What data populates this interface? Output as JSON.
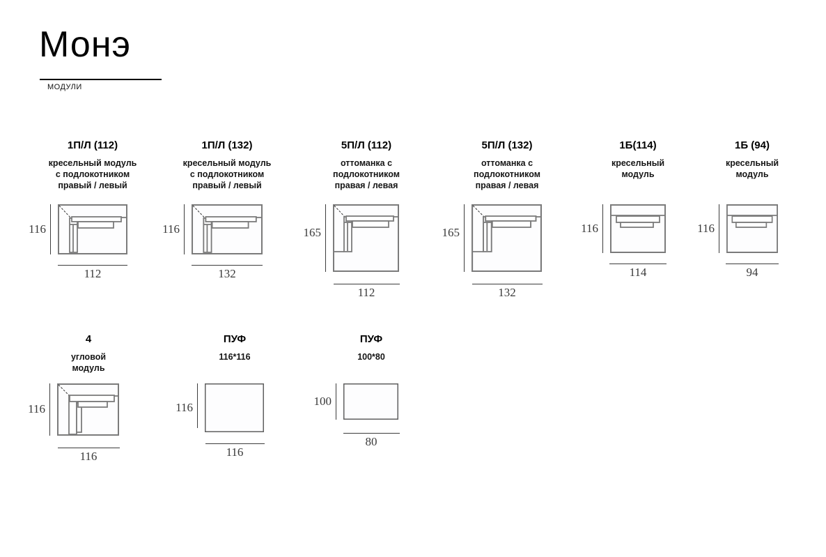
{
  "header": {
    "title": "Монэ",
    "subtitle": "МОДУЛИ"
  },
  "modules": [
    {
      "code": "1П/Л (112)",
      "desc": "кресельный модуль\nс подлокотником\nправый / левый",
      "height": "116",
      "width": "112",
      "kind": "armchair module with armrest, right/left"
    },
    {
      "code": "1П/Л (132)",
      "desc": "кресельный модуль\nс подлокотником\nправый / левый",
      "height": "116",
      "width": "132",
      "kind": "armchair module with armrest, right/left"
    },
    {
      "code": "5П/Л (112)",
      "desc": "оттоманка с\nподлокотником\nправая / левая",
      "height": "165",
      "width": "112",
      "kind": "ottoman with armrest, right/left"
    },
    {
      "code": "5П/Л (132)",
      "desc": "оттоманка с\nподлокотником\nправая / левая",
      "height": "165",
      "width": "132",
      "kind": "ottoman with armrest, right/left"
    },
    {
      "code": "1Б(114)",
      "desc": "кресельный\nмодуль",
      "height": "116",
      "width": "114",
      "kind": "armless seat module"
    },
    {
      "code": "1Б (94)",
      "desc": "кресельный\nмодуль",
      "height": "116",
      "width": "94",
      "kind": "armless seat module"
    },
    {
      "code": "4",
      "desc": "угловой\nмодуль",
      "height": "116",
      "width": "116",
      "kind": "corner module"
    },
    {
      "code": "ПУФ",
      "desc": "116*116",
      "height": "116",
      "width": "116",
      "kind": "pouf"
    },
    {
      "code": "ПУФ",
      "desc": "100*80",
      "height": "100",
      "width": "80",
      "kind": "pouf"
    }
  ]
}
